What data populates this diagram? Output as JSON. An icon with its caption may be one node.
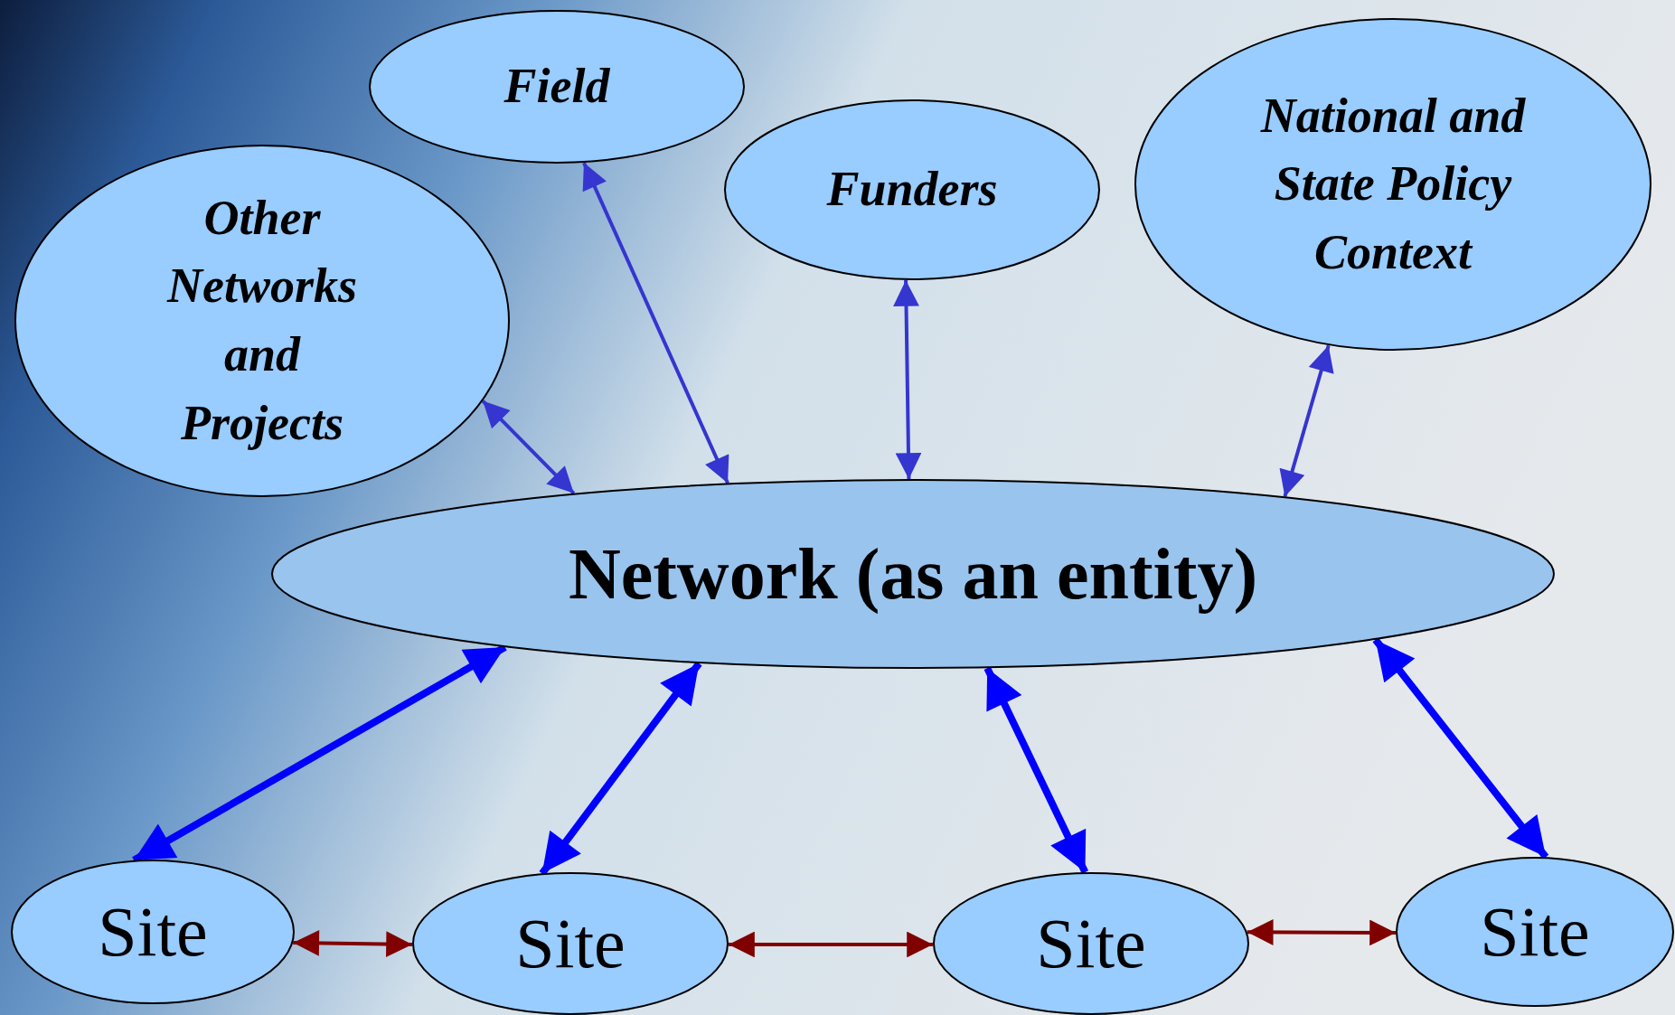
{
  "diagram": {
    "nodes": [
      {
        "text": [
          "Field"
        ]
      },
      {
        "text": [
          "Funders"
        ]
      },
      {
        "text": [
          "National and State Policy Context"
        ]
      },
      {
        "text": [
          "Other Networks and Projects"
        ]
      },
      {
        "text": [
          "Network (as an entity)"
        ]
      },
      {
        "text": [
          "Site"
        ]
      },
      {
        "text": [
          "Site"
        ]
      },
      {
        "text": [
          "Site"
        ]
      },
      {
        "text": [
          "Site"
        ]
      }
    ],
    "edges": [
      {
        "from": 0,
        "to": 4,
        "arrow": "both"
      },
      {
        "from": 1,
        "to": 4,
        "arrow": "both"
      },
      {
        "from": 2,
        "to": 4,
        "arrow": "both"
      },
      {
        "from": 3,
        "to": 4,
        "arrow": "both"
      },
      {
        "from": 4,
        "to": 5,
        "arrow": "both",
        "style": "thick",
        "color": "#0000ff"
      },
      {
        "from": 4,
        "to": 6,
        "arrow": "both",
        "style": "thick",
        "color": "#0000ff"
      },
      {
        "from": 4,
        "to": 7,
        "arrow": "both",
        "style": "thick",
        "color": "#0000ff"
      },
      {
        "from": 4,
        "to": 8,
        "arrow": "both",
        "style": "thick",
        "color": "#0000ff"
      },
      {
        "from": 5,
        "to": 6,
        "arrow": "both",
        "color": "#800000"
      },
      {
        "from": 6,
        "to": 7,
        "arrow": "both",
        "color": "#800000"
      },
      {
        "from": 7,
        "to": 8,
        "arrow": "both",
        "color": "#800000"
      }
    ]
  }
}
